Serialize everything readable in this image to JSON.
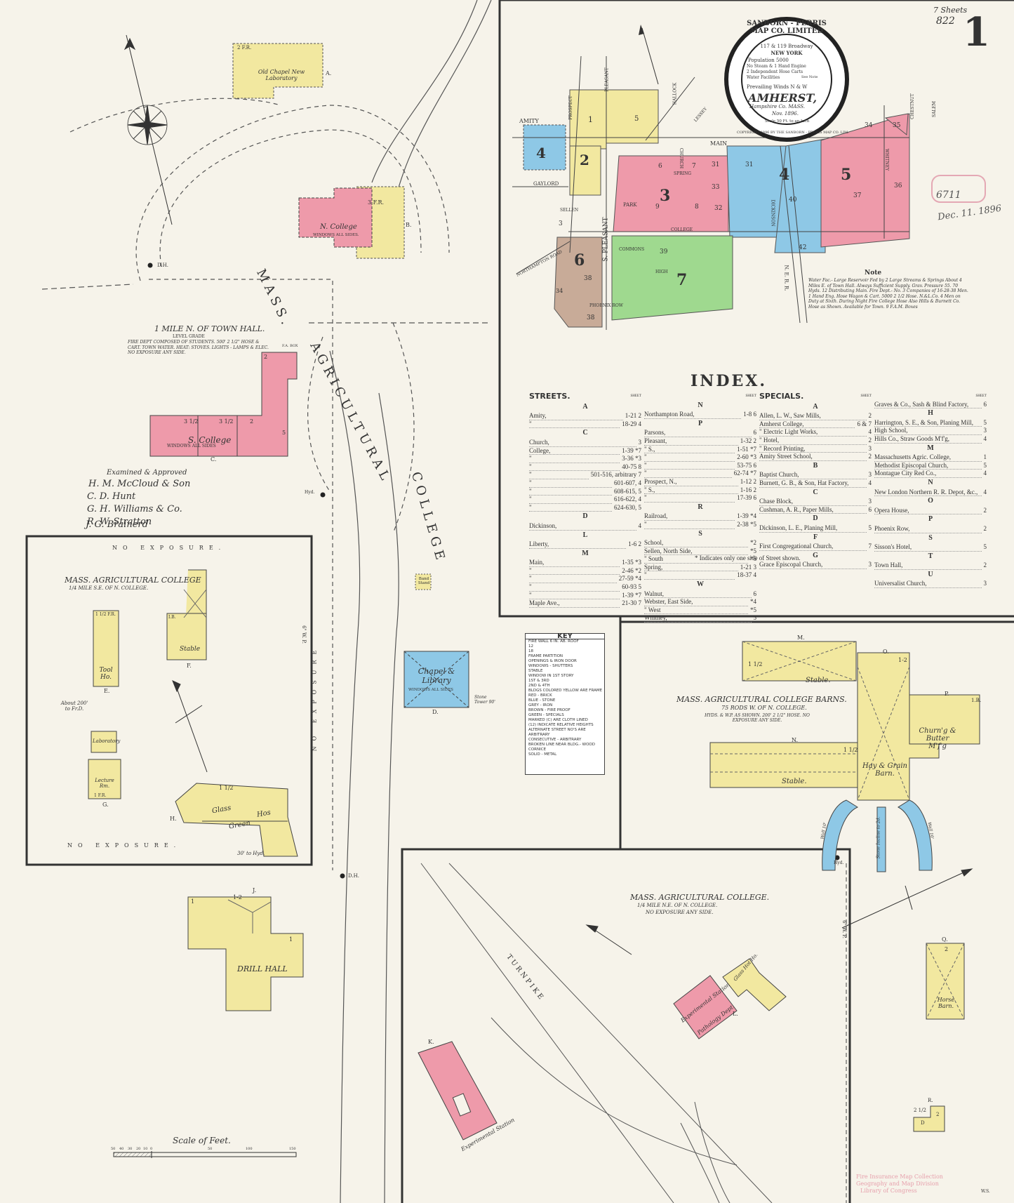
{
  "header": {
    "sheets": "7 Sheets",
    "number": "822",
    "sheet_no": "1"
  },
  "seal": {
    "company": "SANBORN - PERRIS MAP CO. LIMITED",
    "address": "117 & 119 Broadway",
    "city": "NEW YORK",
    "population": "Population 5000",
    "engines": "No Steam & 1 Hand Engine",
    "hose": "2 Independent Hose Carts",
    "water": "Water Facilities",
    "water_note": "See Note",
    "winds": "Prevailing Winds N & W",
    "town": "AMHERST,",
    "county": "Hampshire Co. MASS.",
    "date": "Nov. 1896.",
    "scale": "Scale 50 Ft. to an Inch",
    "copyright": "COPYRIGHT 1896 BY THE SANBORN - PERRIS MAP CO. LIM."
  },
  "stamp": {
    "date": "Dec. 11. 1896",
    "num": "6711"
  },
  "key_map": {
    "sections": [
      "1",
      "2",
      "3",
      "4",
      "4",
      "5",
      "6",
      "7"
    ],
    "streets": [
      "AMITY",
      "GAYLORD",
      "MAIN",
      "COLLEGE",
      "DICKINSON",
      "S. PLEASANT",
      "PLEASANT",
      "PROSPECT",
      "NORTHAMPTON ROAD",
      "SPRING",
      "CHURCH",
      "LESSEY",
      "HALLOCK",
      "WHITNEY",
      "PARK",
      "N. E. R. R.",
      "PHOENIX ROW",
      "SELLEN",
      "SALEM",
      "CHESTNUT",
      "HIGH",
      "COMMONS"
    ],
    "nums": [
      "5",
      "6",
      "7",
      "9",
      "8",
      "31",
      "31",
      "32",
      "33",
      "34",
      "35",
      "36",
      "37",
      "38",
      "38",
      "39",
      "40",
      "42",
      "3",
      "34"
    ],
    "note_title": "Note",
    "note_text": "Water Fac.- Large Reservoir Fed by 2 Large Streams & Springs About 4 Miles E. of Town Hall. Always Sufficient Supply. Grav. Pressure 55. 70 Hyds. 12 Distributing Main. Fire Dept.- No. 3 Companies of 16-28-38 Men. 1 Hand Eng. Hose Wagon & Cart. 5000 2 1/2 Hose. N.&L.Co. 4 Men on Duty at Sixth. During Night Fire College Hose Also Hills & Burnett Co. Hose as Shown. Available for Town. 9 F.A.M. Boxes"
  },
  "index": {
    "title": "INDEX.",
    "streets_col": {
      "header": "STREETS.",
      "sheet_hd": "SHEET",
      "groups": [
        {
          "letter": "A",
          "rows": [
            [
              "Amity,",
              "1-21 2"
            ],
            [
              "\"",
              "18-29 4"
            ]
          ]
        },
        {
          "letter": "C",
          "rows": [
            [
              "Church,",
              "3"
            ],
            [
              "College,",
              "1-39 *7"
            ],
            [
              "\"",
              "3-36 *3"
            ],
            [
              "\"",
              "40-75 8"
            ],
            [
              "\"",
              "501-516, arbitrary 7"
            ],
            [
              "\"",
              "601-607, 4"
            ],
            [
              "\"",
              "608-615, 5"
            ],
            [
              "\"",
              "616-622, 4"
            ],
            [
              "\"",
              "624-630, 5"
            ]
          ]
        },
        {
          "letter": "D",
          "rows": [
            [
              "Dickinson,",
              "4"
            ]
          ]
        },
        {
          "letter": "L",
          "rows": [
            [
              "Liberty,",
              "1-6 2"
            ]
          ]
        },
        {
          "letter": "M",
          "rows": [
            [
              "Main,",
              "1-35 *3"
            ],
            [
              "\"",
              "2-46 *2"
            ],
            [
              "\"",
              "27-59 *4"
            ],
            [
              "\"",
              "60-93 5"
            ],
            [
              "\"",
              "1-39 *7"
            ],
            [
              "Maple Ave.,",
              "21-30 7"
            ]
          ]
        }
      ]
    },
    "streets2_col": {
      "sheet_hd": "SHEET",
      "groups": [
        {
          "letter": "N",
          "rows": [
            [
              "Northampton Road,",
              "1-8 6"
            ]
          ]
        },
        {
          "letter": "P",
          "rows": [
            [
              "Parsons,",
              "6"
            ],
            [
              "Pleasant,",
              "1-32 2"
            ],
            [
              "\" S.,",
              "1-51 *7"
            ],
            [
              "\"",
              "2-60 *3"
            ],
            [
              "\"",
              "53-75 6"
            ],
            [
              "\"",
              "62-74 *7"
            ],
            [
              "Prospect, N.,",
              "1-12 2"
            ],
            [
              "\" S.,",
              "1-16 2"
            ],
            [
              "\"",
              "17-39 6"
            ]
          ]
        },
        {
          "letter": "R",
          "rows": [
            [
              "Railroad,",
              "1-39 *4"
            ],
            [
              "\"",
              "2-38 *5"
            ]
          ]
        },
        {
          "letter": "S",
          "rows": [
            [
              "School,",
              "*2"
            ],
            [
              "Sellen, North Side,",
              "*5"
            ],
            [
              "\" South",
              "*6"
            ],
            [
              "Spring,",
              "1-21 3"
            ],
            [
              "\"",
              "18-37 4"
            ]
          ]
        },
        {
          "letter": "W",
          "rows": [
            [
              "Walnut,",
              "6"
            ],
            [
              "Webster, East Side,",
              "*4"
            ],
            [
              "\" West",
              "*5"
            ],
            [
              "Whitney,",
              "5"
            ]
          ]
        }
      ]
    },
    "specials_col": {
      "header": "SPECIALS.",
      "sheet_hd": "SHEET",
      "groups": [
        {
          "letter": "A",
          "rows": [
            [
              "Allen, L. W., Saw Mills,",
              "2"
            ],
            [
              "Amherst College,",
              "6 & 7"
            ],
            [
              "\" Electric Light Works,",
              "4"
            ],
            [
              "\" Hotel,",
              "2"
            ],
            [
              "\" Record Printing,",
              "3"
            ],
            [
              "Amity Street School,",
              "2"
            ]
          ]
        },
        {
          "letter": "B",
          "rows": [
            [
              "Baptist Church,",
              "3"
            ],
            [
              "Burnett, G. B., & Son, Hat Factory,",
              "4"
            ]
          ]
        },
        {
          "letter": "C",
          "rows": [
            [
              "Chase Block,",
              "3"
            ],
            [
              "Cushman, A. R., Paper Mills,",
              "6"
            ]
          ]
        },
        {
          "letter": "D",
          "rows": [
            [
              "Dickinson, L. E., Planing Mill,",
              "5"
            ]
          ]
        },
        {
          "letter": "F",
          "rows": [
            [
              "First Congregational Church,",
              "7"
            ]
          ]
        },
        {
          "letter": "G",
          "rows": [
            [
              "Grace Episcopal Church,",
              "3"
            ]
          ]
        }
      ]
    },
    "specials2_col": {
      "sheet_hd": "SHEET",
      "groups": [
        {
          "letter": "",
          "rows": [
            [
              "Graves & Co., Sash & Blind Factory,",
              "6"
            ]
          ]
        },
        {
          "letter": "H",
          "rows": [
            [
              "Harrington, S. E., & Son, Planing Mill,",
              "5"
            ],
            [
              "High School,",
              "3"
            ],
            [
              "Hills Co., Straw Goods M'f'g,",
              "4"
            ]
          ]
        },
        {
          "letter": "M",
          "rows": [
            [
              "Massachusetts Agric. College,",
              "1"
            ],
            [
              "Methodist Episcopal Church,",
              "5"
            ],
            [
              "Montague City Red Co.,",
              "4"
            ]
          ]
        },
        {
          "letter": "N",
          "rows": [
            [
              "New London Northern R. R. Depot, &c.,",
              "4"
            ]
          ]
        },
        {
          "letter": "O",
          "rows": [
            [
              "Opera House,",
              "2"
            ]
          ]
        },
        {
          "letter": "P",
          "rows": [
            [
              "Phoenix Row,",
              "2"
            ]
          ]
        },
        {
          "letter": "S",
          "rows": [
            [
              "Sisson's Hotel,",
              "5"
            ]
          ]
        },
        {
          "letter": "T",
          "rows": [
            [
              "Town Hall,",
              "2"
            ]
          ]
        },
        {
          "letter": "U",
          "rows": [
            [
              "Universalist Church,",
              "3"
            ]
          ]
        }
      ]
    },
    "footnote": "* Indicates only one side of Street shown."
  },
  "campus": {
    "old_chapel": "Old Chapel New Laboratory",
    "old_chapel_fr": "2 F.R.",
    "letter_a": "A.",
    "letter_b": "B.",
    "n_college": "N. College",
    "n_college_sub": "WINDOWS ALL SIDES.",
    "n_college_fr": "3 F.R.",
    "dh1": "D.H.",
    "mass": "MASS.",
    "agricultural": "AGRICULTURAL",
    "college_road": "COLLEGE",
    "location": "1 MILE N. OF TOWN HALL.",
    "level": "LEVEL GRADE",
    "fire_dept": "FIRE DEPT COMPOSED OF STUDENTS. 500' 2 1/2\" HOSE & CART. TOWN WATER. HEAT: STOVES. LIGHTS - LAMPS & ELEC. NO EXPOSURE ANY SIDE.",
    "s_college": "S. College",
    "s_college_sub": "WINDOWS ALL SIDES",
    "s_college_c": "C.",
    "s_nums": [
      "3 1/2",
      "3 1/2",
      "2",
      "2",
      "5"
    ],
    "fa_box": "F.A. BOX",
    "hyd": "Hyd.",
    "examined": "Examined & Approved",
    "signatures": [
      "H. M. McCloud & Son",
      "C. D. Hunt",
      "G. H. Williams & Co.",
      "R. W. Stratton",
      "J. G. Brainerd"
    ],
    "band_stand": "Band Stand",
    "chapel_library": "Chapel & Library",
    "chapel_sub": "WINDOWS ALL SIDES",
    "chapel_d": "D.",
    "stone_tower": "Stone Tower 90'",
    "dh2": "D.H.",
    "drill_hall": "DRILL HALL",
    "drill_j": "J.",
    "drill_nums": [
      "1",
      "1-2",
      "1"
    ],
    "scale_title": "Scale of Feet.",
    "scale_ticks": [
      "50",
      "40",
      "30",
      "20",
      "10",
      "0",
      "50",
      "100",
      "150"
    ]
  },
  "inset_se": {
    "no_exp_top": "NO EXPOSURE.",
    "no_exp_right": "NO EXPOSURE",
    "no_exp_bottom": "NO EXPOSURE.",
    "title": "MASS. AGRICULTURAL COLLEGE",
    "sub": "1/4 MILE S.E. OF N. COLLEGE.",
    "tool_ho": "Tool Ho.",
    "tool_fr": "1 1/2 F.R.",
    "tool_e": "E.",
    "stable": "Stable",
    "stable_ib": "I.B.",
    "stable_f": "F.",
    "about": "About 200' to Fr.D.",
    "laboratory": "Laboratory",
    "lecture": "Lecture Rm.",
    "lecture_fr": "1 F.R.",
    "lab_g": "G.",
    "glass": "Glass",
    "green": "Green",
    "hos": "Hos",
    "green_h": "H.",
    "green_num": "1 1/2",
    "to_hyd": "30' to Hyd.",
    "gas": "6\" W. P."
  },
  "inset_barns": {
    "title": "MASS. AGRICULTURAL COLLEGE BARNS.",
    "sub": "75 RODS W. OF N. COLLEGE.",
    "sub2": "HYDS. & W.P. AS SHOWN. 200' 2 1/2\" HOSE. NO EXPOSURE ANY SIDE.",
    "stable_top": "Stable.",
    "stable_m": "M.",
    "stable_bottom": "Stable.",
    "stable_n": "N.",
    "hay": "Hay & Grain Barn.",
    "hay_o": "O.",
    "hay_nums": [
      "1-2",
      "1 1/2",
      "1 1/2"
    ],
    "churn": "Churn'g & Butter M'f'g",
    "churn_p": "P.",
    "churn_ib": "1.B.",
    "stone_incline": "Stone Incline to 2d.",
    "wall_l": "Wall 10'",
    "wall_r": "Wall 10'",
    "hyd": "Hyd.",
    "horse_barn": "Horse Barn.",
    "horse_q": "Q.",
    "horse_num": "2",
    "small_r": "R.",
    "small_d": "D",
    "small_nums": [
      "2 1/2",
      "2"
    ],
    "wp": "6\" W. P."
  },
  "inset_ne": {
    "title": "MASS. AGRICULTURAL COLLEGE.",
    "sub": "1/4 MILE N.E. OF N. COLLEGE.",
    "sub2": "NO EXPOSURE ANY SIDE.",
    "turnpike": "TURNPIKE",
    "exp_station": "Experimental Station",
    "pathology": "Pathology Dept.",
    "glass_hot": "Glass Hot Ho.",
    "letter_l": "L.",
    "exp_station2": "Experimental Station",
    "letter_k": "K."
  },
  "key": {
    "title": "KEY",
    "rows": [
      "FIRE WALL  6 IN. AB. ROOF",
      "12",
      "18",
      "FRAME PARTITION",
      "OPENINGS & IRON DOOR",
      "WINDOWS - SHUTTERS",
      "STABLE",
      "WINDOW IN 1ST STORY",
      "1ST & 3RD",
      "2ND & 4TH",
      "BLDGS COLORED  YELLOW ARE FRAME",
      "RED - BRICK",
      "BLUE - STONE",
      "GREY - IRON",
      "BROWN - FIRE PROOF",
      "GREEN - SPECIALS",
      "MARKED (C) ARE CLOTH LINED",
      "(12) INDICATE RELATIVE HEIGHTS",
      "ALTERNATE STREET NO'S ARE ARBITRARY",
      "CONSECUTIVE - ARBITRARY",
      "BROKEN LINE NEAR BLDG.- WOOD CORNICE",
      "SOLID - METAL"
    ]
  },
  "footer": {
    "lc_stamp": [
      "Fire Insurance Map Collection",
      "Geography and Map Division",
      "Library of Congress"
    ],
    "initials": "W.S."
  },
  "colors": {
    "paper": "#f6f3ea",
    "frame": "#f2e8a0",
    "brick": "#ee9aaa",
    "stone": "#8ec8e6",
    "special": "#9fd98f",
    "fireproof": "#c8ab98",
    "line": "#333333"
  }
}
